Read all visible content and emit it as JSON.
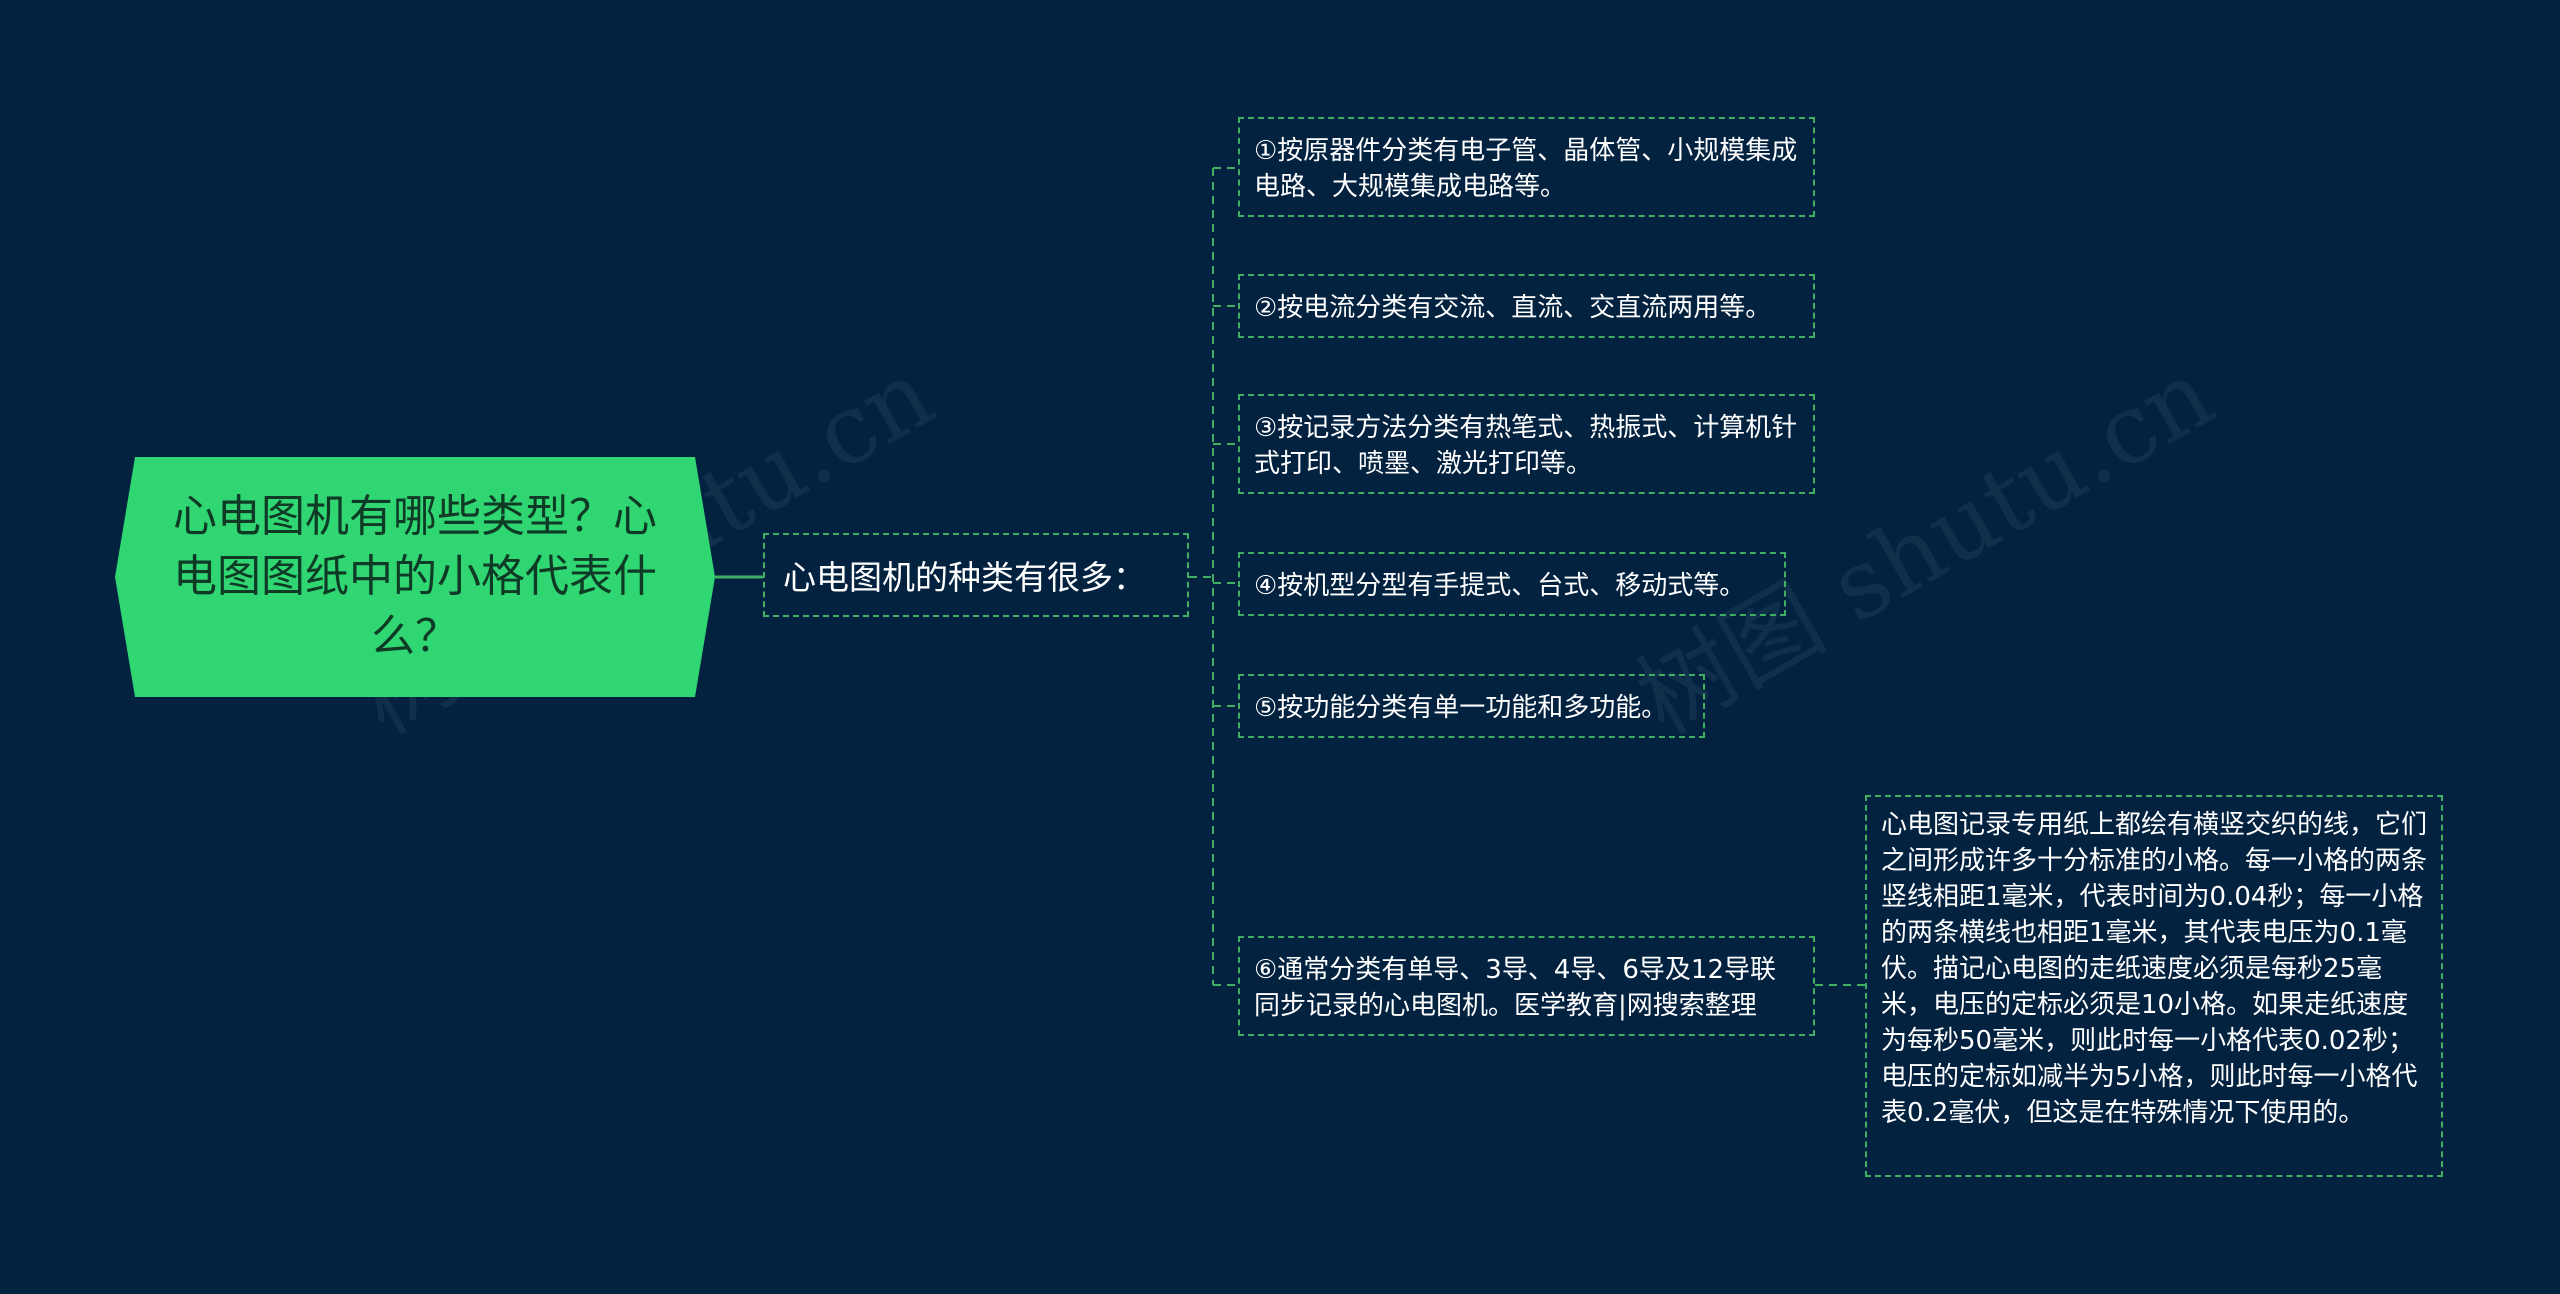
{
  "root": {
    "text": "心电图机有哪些类型？心电图图纸中的小格代表什么？"
  },
  "mid": {
    "text": "心电图机的种类有很多："
  },
  "leaves": [
    {
      "text": "①按原器件分类有电子管、晶体管、小规模集成电路、大规模集成电路等。"
    },
    {
      "text": "②按电流分类有交流、直流、交直流两用等。"
    },
    {
      "text": "③按记录方法分类有热笔式、热振式、计算机针式打印、喷墨、激光打印等。"
    },
    {
      "text": "④按机型分型有手提式、台式、移动式等。"
    },
    {
      "text": "⑤按功能分类有单一功能和多功能。"
    },
    {
      "text": "⑥通常分类有单导、3导、4导、6导及12导联同步记录的心电图机。医学教育|网搜索整理"
    }
  ],
  "detail": {
    "text": "心电图记录专用纸上都绘有横竖交织的线，它们之间形成许多十分标准的小格。每一小格的两条竖线相距1毫米，代表时间为0.04秒；每一小格的两条横线也相距1毫米，其代表电压为0.1毫伏。描记心电图的走纸速度必须是每秒25毫米，电压的定标必须是10小格。如果走纸速度为每秒50毫米，则此时每一小格代表0.02秒；电压的定标如减半为5小格，则此时每一小格代表0.2毫伏，但这是在特殊情况下使用的。"
  },
  "watermarks": [
    "树图 shutu.cn",
    "树图 shutu.cn"
  ],
  "colors": {
    "background": "#022240",
    "root_fill": "#2fd672",
    "line": "#3fae62"
  }
}
